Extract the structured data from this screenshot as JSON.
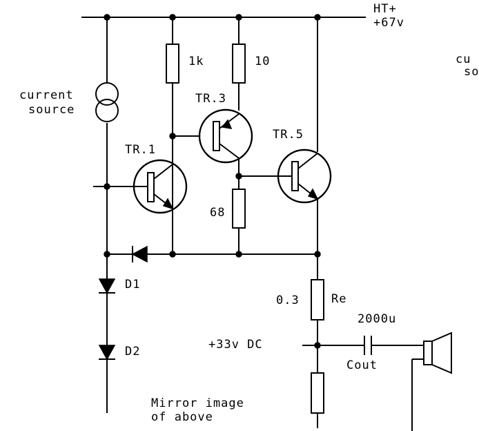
{
  "supply": {
    "label1": "HT+",
    "label2": "+67v"
  },
  "partial_right": {
    "line1": "cu",
    "line2": "so"
  },
  "current_source": {
    "line1": "current",
    "line2": "source"
  },
  "transistors": {
    "tr1": "TR.1",
    "tr3": "TR.3",
    "tr5": "TR.5"
  },
  "resistors": {
    "r1k": "1k",
    "r10": "10",
    "r68": "68",
    "re_value": "0.3",
    "re_name": "Re"
  },
  "diodes": {
    "d1": "D1",
    "d2": "D2"
  },
  "output": {
    "dc_label": "+33v DC",
    "cap_value": "2000u",
    "cap_name": "Cout"
  },
  "note": {
    "line1": "Mirror image",
    "line2": "of above"
  },
  "colors": {
    "ink": "#000000",
    "background": "#ffffff"
  }
}
